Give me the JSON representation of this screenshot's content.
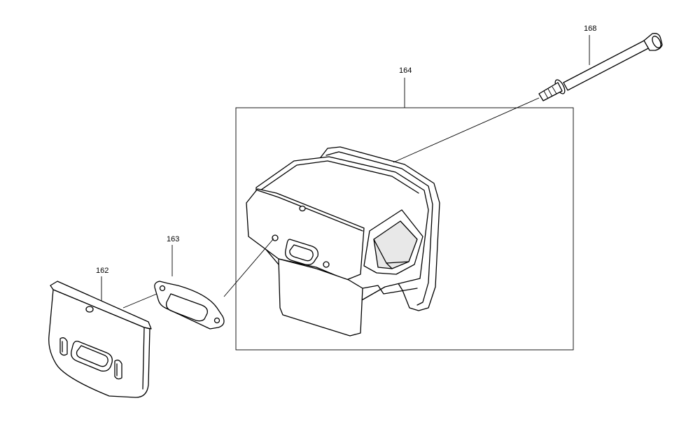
{
  "diagram": {
    "callouts": {
      "cover_plate": "162",
      "gasket": "163",
      "muffler": "164",
      "bolt": "168"
    },
    "line_color": "#000000",
    "background": "#ffffff"
  }
}
